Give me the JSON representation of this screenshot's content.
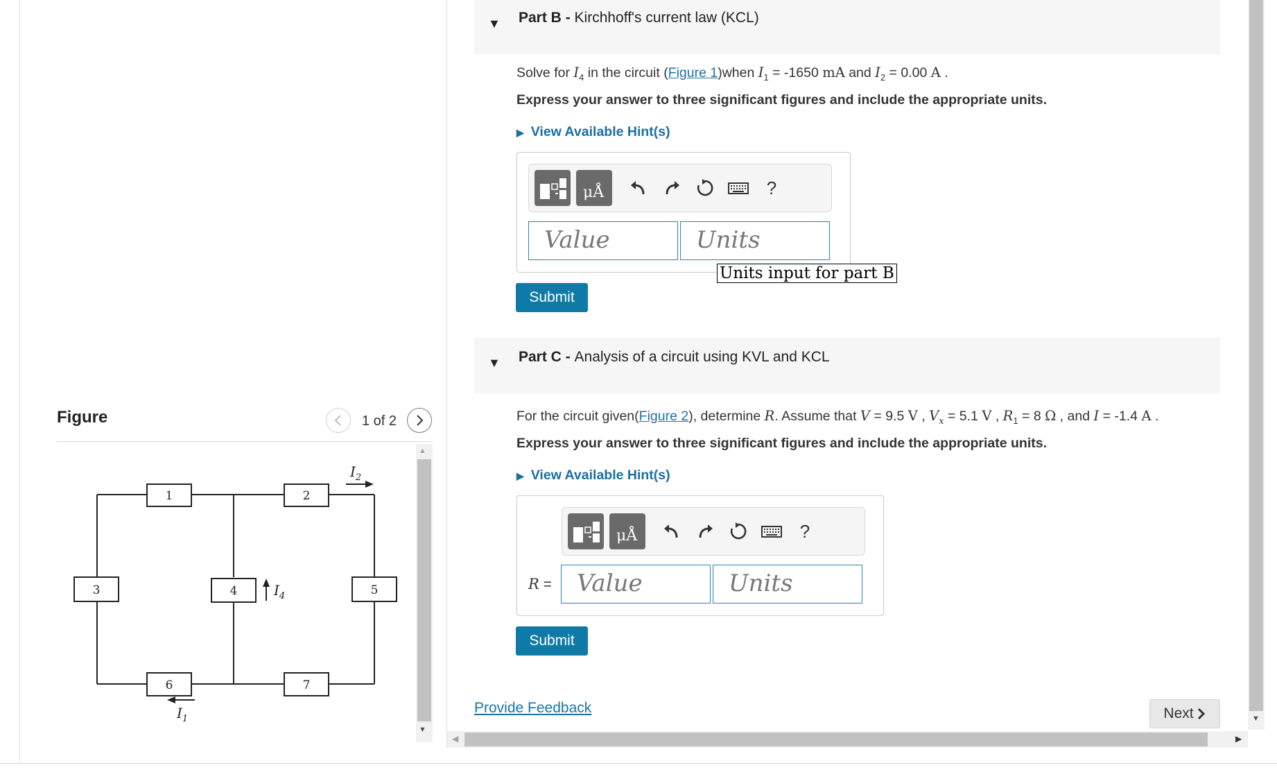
{
  "partB": {
    "label": "Part B",
    "separator": " - ",
    "title": "Kirchhoff's current law (KCL)",
    "question": {
      "pre": "Solve for ",
      "var1": "I",
      "sub1": "4",
      "mid1": " in the circuit (",
      "link": "Figure 1",
      "mid2": ")when ",
      "var2": "I",
      "sub2": "1",
      "mid3": " = -1650 ",
      "unit1": "mA",
      "mid4": " and ",
      "var3": "I",
      "sub3": "2",
      "mid5": " = 0.00 ",
      "unit2": "A",
      "end": " ."
    },
    "instruction": "Express your answer to three significant figures and include the appropriate units.",
    "hint": "View Available Hint(s)",
    "value_placeholder": "Value",
    "units_placeholder": "Units",
    "units_tooltip": "Units input for part B",
    "submit": "Submit"
  },
  "partC": {
    "label": "Part C",
    "separator": " - ",
    "title": "Analysis of a circuit using KVL and KCL",
    "question": {
      "pre": "For the circuit given(",
      "link": "Figure 2",
      "mid1": "), determine ",
      "varR": "R",
      "mid2": ". Assume that ",
      "varV": "V",
      "mid3": " = 9.5 ",
      "unitV1": "V",
      "mid4": " , ",
      "varVx": "V",
      "subx": "x",
      "mid5": " = 5.1 ",
      "unitV2": "V",
      "mid6": " , ",
      "varR1": "R",
      "sub1": "1",
      "mid7": " = 8 ",
      "unitOhm": "Ω",
      "mid8": " , and ",
      "varI": "I",
      "mid9": " = -1.4 ",
      "unitA": "A",
      "end": " ."
    },
    "instruction": "Express your answer to three significant figures and include the appropriate units.",
    "hint": "View Available Hint(s)",
    "r_label": "R",
    "r_eq": " =",
    "value_placeholder": "Value",
    "units_placeholder": "Units",
    "submit": "Submit"
  },
  "toolbar": {
    "units_button_glyph": "μÅ",
    "question_glyph": "?"
  },
  "figure": {
    "heading": "Figure",
    "pager": "1 of 2",
    "circuit": {
      "elements": [
        "1",
        "2",
        "3",
        "4",
        "5",
        "6",
        "7"
      ],
      "currents": {
        "i1_var": "I",
        "i1_sub": "1",
        "i2_var": "I",
        "i2_sub": "2",
        "i4_var": "I",
        "i4_sub": "4"
      }
    }
  },
  "footer": {
    "feedback": "Provide Feedback",
    "next": "Next"
  }
}
